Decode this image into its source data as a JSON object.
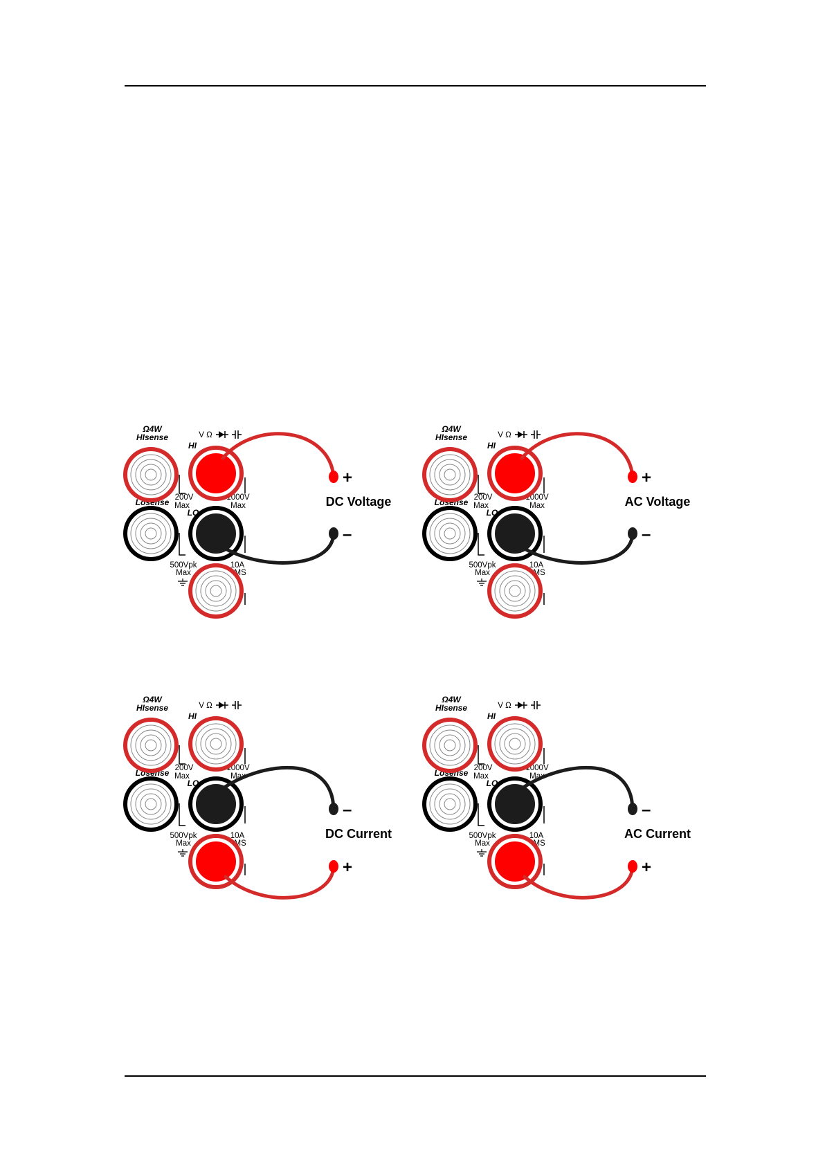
{
  "labels": {
    "hisense_top": "Ω4W",
    "hisense_bottom": "HIsense",
    "losense": "Losense",
    "hi": "HI",
    "lo": "LO",
    "v_ohm": "V Ω",
    "v200": "200V",
    "v1000": "1000V",
    "max": "Max",
    "v500pk": "500Vpk",
    "a10": "10A",
    "rms": "RMS",
    "plus": "+",
    "minus": "–"
  },
  "colors": {
    "red": "#ff0000",
    "red_ring": "#d42a2a",
    "black": "#1c1c1c",
    "ring_black": "#000000"
  },
  "panels": [
    {
      "title": "DC Voltage",
      "red_terminal": "hi",
      "black_terminal": "lo",
      "top_lead": "red",
      "top_sign": "+",
      "bottom_sign": "–"
    },
    {
      "title": "AC Voltage",
      "red_terminal": "hi",
      "black_terminal": "lo",
      "top_lead": "red",
      "top_sign": "+",
      "bottom_sign": "–"
    },
    {
      "title": "DC Current",
      "red_terminal": "a10",
      "black_terminal": "lo",
      "top_lead": "black",
      "top_sign": "–",
      "bottom_sign": "+"
    },
    {
      "title": "AC Current",
      "red_terminal": "a10",
      "black_terminal": "lo",
      "top_lead": "black",
      "top_sign": "–",
      "bottom_sign": "+"
    }
  ]
}
